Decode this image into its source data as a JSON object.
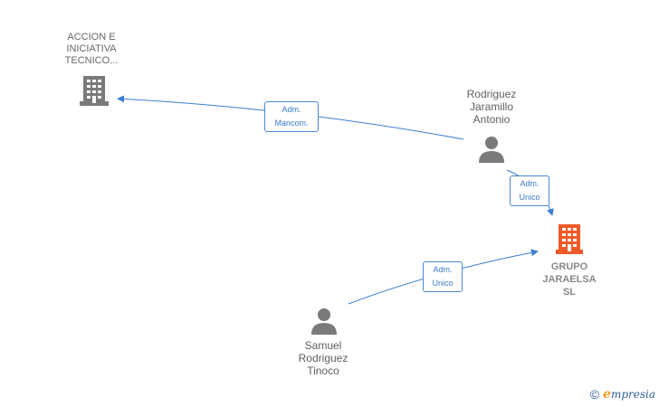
{
  "nodes": {
    "accion": {
      "lines": [
        "ACCION E",
        "INICIATIVA",
        "TECNICO..."
      ]
    },
    "rodriguez": {
      "lines": [
        "Rodriguez",
        "Jaramillo",
        "Antonio"
      ]
    },
    "grupo": {
      "lines": [
        "GRUPO",
        "JARAELSA",
        "SL"
      ]
    },
    "samuel": {
      "lines": [
        "Samuel",
        "Rodriguez",
        "Tinoco"
      ]
    }
  },
  "edges": {
    "e1": {
      "lines": [
        "Adm.",
        "Mancom."
      ]
    },
    "e2": {
      "lines": [
        "Adm.",
        "Unico"
      ]
    },
    "e3": {
      "lines": [
        "Adm.",
        "Unico"
      ]
    }
  },
  "colors": {
    "edge": "#3b7fd4",
    "company_gray": "#7a7a7a",
    "company_main": "#f05a28",
    "person": "#7a7a7a"
  },
  "footer": {
    "copyright": "©",
    "brand_initial": "e",
    "brand_rest": "mpresia"
  }
}
